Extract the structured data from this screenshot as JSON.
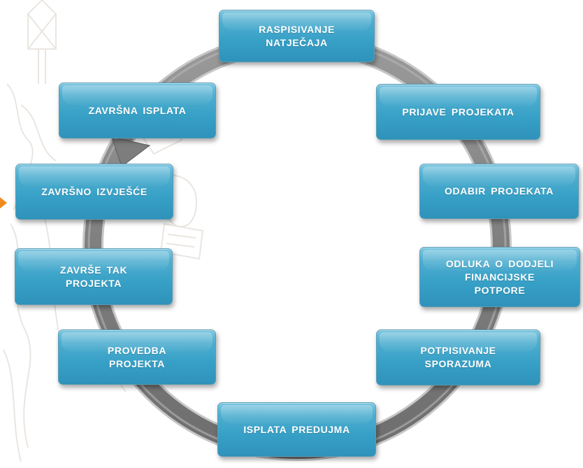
{
  "diagram": {
    "steps": [
      "RASPISIVANJE\nNATJEČAJA",
      "PRIJAVE  PROJEKATA",
      "ODABIR  PROJEKATA",
      "ODLUKA  O  DODJELI\nFINANCIJSKE\nPOTPORE",
      "POTPISIVANJE\nSPORAZUMA",
      "ISPLATA  PREDUJMA",
      "PROVEDBA\nPROJEKTA",
      "ZAVRŠE TAK\nPROJEKTA",
      "ZAVRŠNO  IZVJEŠĆE",
      "ZAVRŠNA  ISPLATA"
    ]
  },
  "colors": {
    "box": "#37a0c6",
    "ring": "#8c8c8c",
    "marker": "#f08a1e"
  }
}
